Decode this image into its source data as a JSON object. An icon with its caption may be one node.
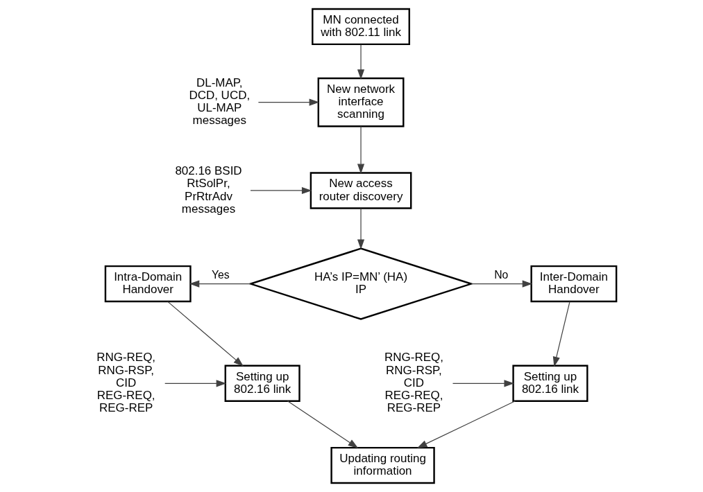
{
  "diagram": {
    "nodes": [
      {
        "text": [
          "MN connected with 802.11 link"
        ]
      },
      {
        "text": [
          "New network interface scanning"
        ]
      },
      {
        "text": [
          "New access router discovery"
        ]
      },
      {
        "text": [
          "HA’s IP=MN’ (HA) IP"
        ]
      },
      {
        "text": [
          "Intra-Domain Handover"
        ]
      },
      {
        "text": [
          "Inter-Domain Handover"
        ]
      },
      {
        "text": [
          "Setting up 802.16 link"
        ]
      },
      {
        "text": [
          "Setting up 802.16 link"
        ]
      },
      {
        "text": [
          "Updating routing information"
        ]
      },
      {
        "text": [
          "DL-MAP, DCD, UCD, UL-MAP messages"
        ]
      },
      {
        "text": [
          "802.16 BSID RtSolPr, PrRtrAdv messages"
        ]
      },
      {
        "text": [
          "RNG-REQ, RNG-RSP, CID REG-REQ, REG-REP"
        ]
      },
      {
        "text": [
          "RNG-REQ, RNG-RSP, CID REG-REQ, REG-REP"
        ]
      }
    ],
    "edges": [
      {
        "from": 0,
        "to": 1,
        "arrow": "to"
      },
      {
        "from": 9,
        "to": 1,
        "arrow": "to"
      },
      {
        "from": 1,
        "to": 2,
        "arrow": "to"
      },
      {
        "from": 10,
        "to": 2,
        "arrow": "to"
      },
      {
        "from": 2,
        "to": 3,
        "arrow": "to"
      },
      {
        "from": 3,
        "to": 4,
        "arrow": "to",
        "label": "Yes"
      },
      {
        "from": 3,
        "to": 5,
        "arrow": "to",
        "label": "No"
      },
      {
        "from": 4,
        "to": 6,
        "arrow": "to"
      },
      {
        "from": 11,
        "to": 6,
        "arrow": "to"
      },
      {
        "from": 5,
        "to": 7,
        "arrow": "to"
      },
      {
        "from": 12,
        "to": 7,
        "arrow": "to"
      },
      {
        "from": 6,
        "to": 8,
        "arrow": "to"
      },
      {
        "from": 7,
        "to": 8,
        "arrow": "to"
      }
    ]
  }
}
